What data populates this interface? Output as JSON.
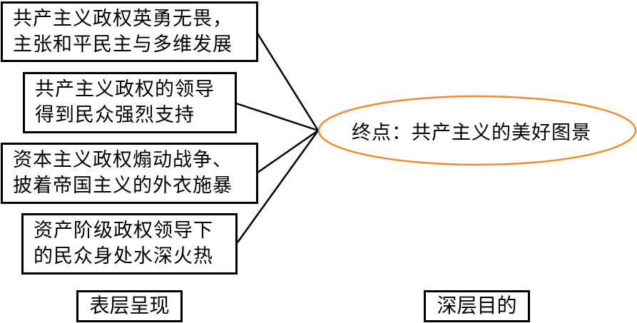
{
  "surface_boxes": [
    {
      "lines": [
        "共产主义政权英勇无畏，",
        "主张和平民主与多维发展"
      ]
    },
    {
      "lines": [
        "共产主义政权的领导",
        "得到民众强烈支持"
      ]
    },
    {
      "lines": [
        "资本主义政权煽动战争、",
        "披着帝国主义的外衣施暴"
      ]
    },
    {
      "lines": [
        "资产阶级政权领导下",
        "的民众身处水深火热"
      ]
    }
  ],
  "goal": {
    "text": "终点：共产主义的美好图景",
    "stroke_color": "#f08a2c"
  },
  "labels": {
    "surface": "表层呈现",
    "deep": "深层目的"
  }
}
